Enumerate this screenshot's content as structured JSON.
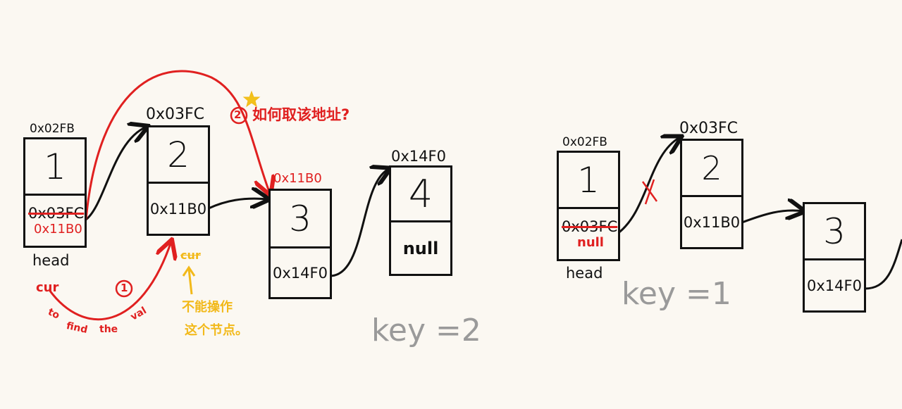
{
  "left": {
    "nodes": [
      {
        "addr": "0x02FB",
        "value": "1",
        "next": "0x03FC",
        "next_new": "0x11B0",
        "tag": "head"
      },
      {
        "addr": "0x03FC",
        "value": "2",
        "next": "0x11B0"
      },
      {
        "addr": "0x11B0",
        "value": "3",
        "next": "0x14F0"
      },
      {
        "addr": "0x14F0",
        "value": "4",
        "next": "null"
      }
    ],
    "step1_num": "1",
    "step1_cur": "cur",
    "step1_words": [
      "to",
      "find",
      "the",
      "val"
    ],
    "step2_num": "2",
    "step2_text": "如何取该地址?",
    "blocked_cur": "cur",
    "blocked_note_line1": "不能操作",
    "blocked_note_line2": "这个节点。",
    "key_label": "key =2"
  },
  "right": {
    "nodes": [
      {
        "addr": "0x02FB",
        "value": "1",
        "next": "0x03FC",
        "next_new": "null",
        "tag": "head"
      },
      {
        "addr": "0x03FC",
        "value": "2",
        "next": "0x11B0"
      },
      {
        "addr": "",
        "value": "3",
        "next": "0x14F0"
      }
    ],
    "key_label": "key =1"
  }
}
